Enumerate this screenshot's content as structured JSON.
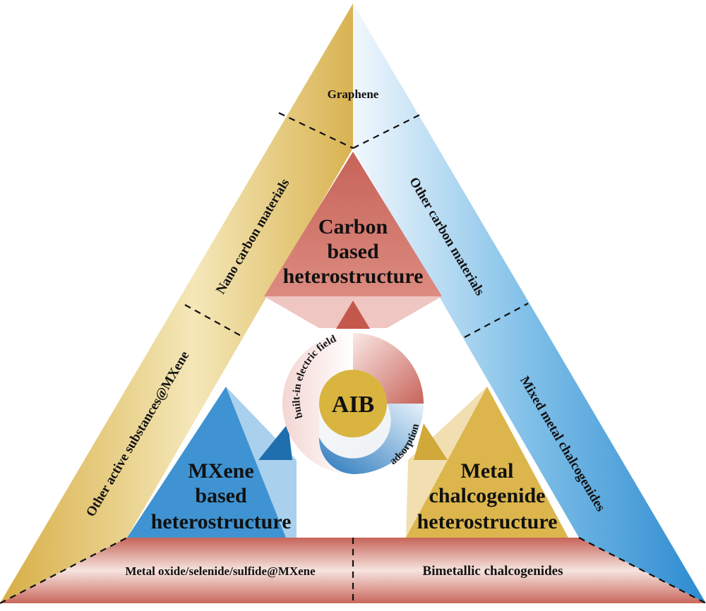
{
  "colors": {
    "gold": "#d9b64c",
    "blue": "#2f8fcf",
    "red": "#c9655a",
    "ink": "#111111"
  },
  "center": {
    "label": "AIB",
    "ring_top": "built-in electric field",
    "ring_left": "built-in electric field",
    "ring_bottom": "adsorption"
  },
  "hubs": {
    "carbon": {
      "line1": "Carbon",
      "line2": "based",
      "line3": "heterostructure"
    },
    "mxene": {
      "line1": "MXene",
      "line2": "based",
      "line3": "heterostructure"
    },
    "metal": {
      "line1": "Metal",
      "line2": "chalcogenide",
      "line3": "heterostructure"
    }
  },
  "segments": {
    "graphene": "Graphene",
    "nano_carbon": "Nano carbon materials",
    "other_active": "Other active substances@MXene",
    "other_carbon": "Other carbon materials",
    "mixed_metal": "Mixed metal chalcogenides",
    "metal_oxide": "Metal oxide/selenide/sulfide@MXene",
    "bimetallic": "Bimetallic chalcogenides"
  }
}
